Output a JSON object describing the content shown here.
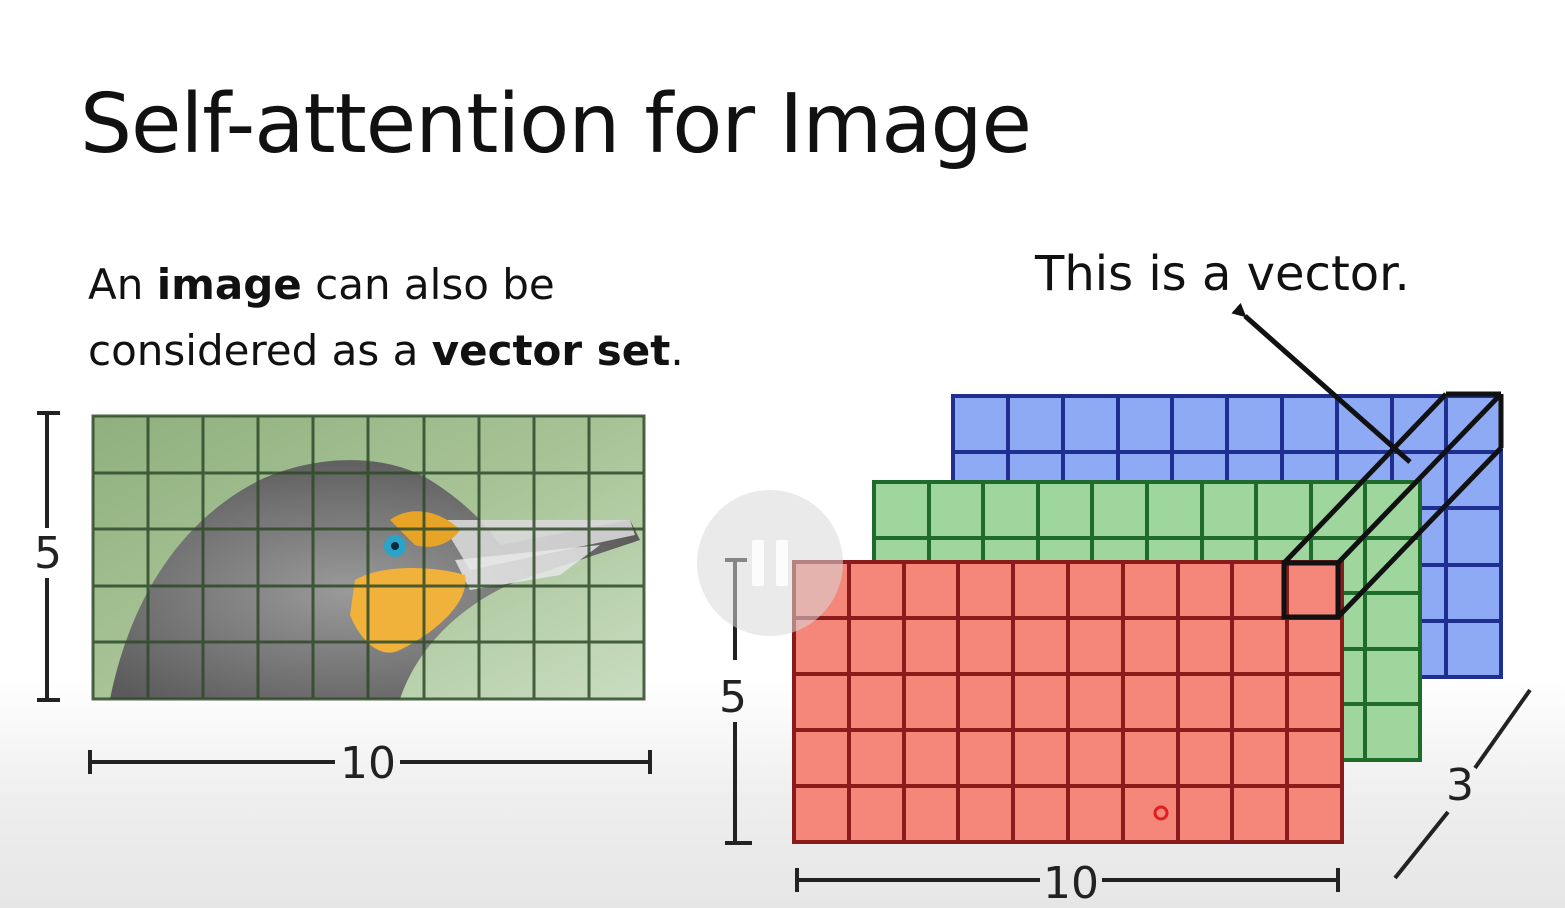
{
  "slide": {
    "title": "Self-attention for Image",
    "description": {
      "line1_pre": "An ",
      "line1_bold": "image",
      "line1_post": " can also be",
      "line2_pre": "considered as a ",
      "line2_bold": "vector set",
      "line2_post": "."
    },
    "callout": "This is a vector.",
    "image_dims": {
      "height": "5",
      "width": "10"
    },
    "tensor_dims": {
      "height": "5",
      "width": "10",
      "depth": "3"
    }
  },
  "colors": {
    "red_channel": "#f4867a",
    "green_channel": "#9ed69e",
    "blue_channel": "#8eaaf4",
    "red_grid": "#8b1a1a",
    "green_grid": "#1f6b2a",
    "blue_grid": "#1f2f8f"
  },
  "icons": {
    "video_control": "pause-icon",
    "cursor_marker": "ring-icon"
  }
}
